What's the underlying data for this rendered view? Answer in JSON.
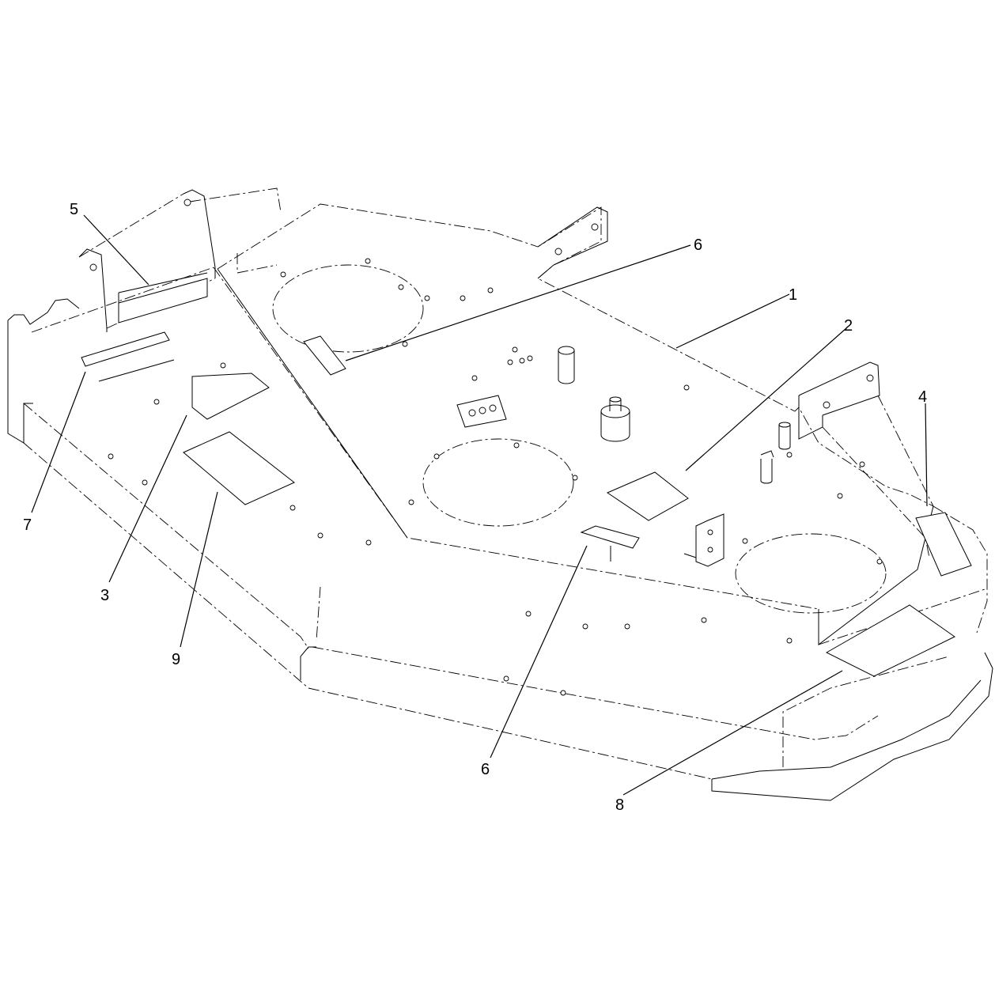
{
  "diagram": {
    "callouts": [
      {
        "id": "c1",
        "label": "1"
      },
      {
        "id": "c2",
        "label": "2"
      },
      {
        "id": "c3",
        "label": "3"
      },
      {
        "id": "c4",
        "label": "4"
      },
      {
        "id": "c5",
        "label": "5"
      },
      {
        "id": "c6a",
        "label": "6"
      },
      {
        "id": "c6b",
        "label": "6"
      },
      {
        "id": "c7",
        "label": "7"
      },
      {
        "id": "c8",
        "label": "8"
      },
      {
        "id": "c9",
        "label": "9"
      }
    ]
  }
}
